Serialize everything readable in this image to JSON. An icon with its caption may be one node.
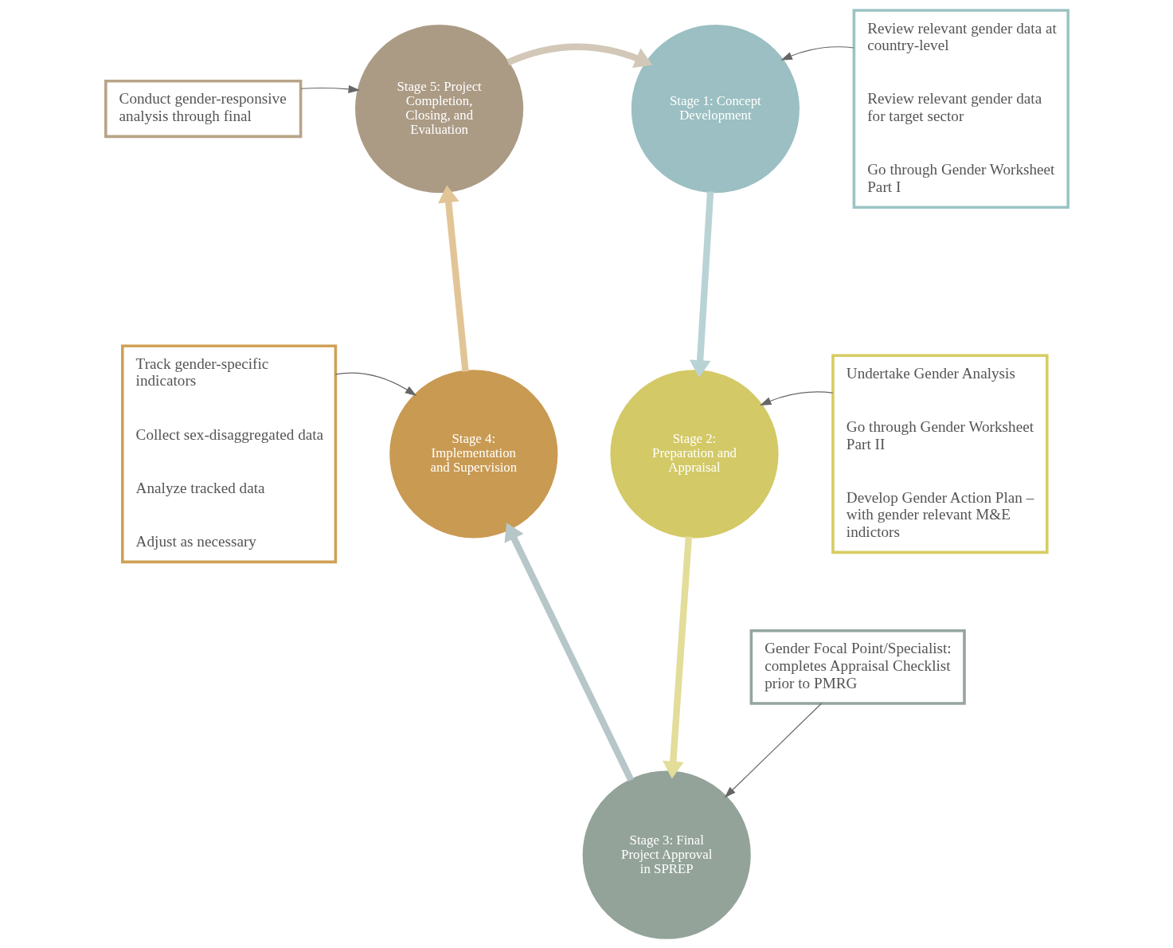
{
  "diagram": {
    "nodes": [
      {
        "text": [
          "Stage 1: Concept Development"
        ]
      },
      {
        "text": [
          "Stage 2: Preparation and Appraisal"
        ]
      },
      {
        "text": [
          "Stage 3: Final Project Approval in SPREP"
        ]
      },
      {
        "text": [
          "Stage 4: Implementation and Supervision"
        ]
      },
      {
        "text": [
          "Stage 5: Project Completion, Closing, and Evaluation"
        ]
      },
      {
        "text": [
          "Review relevant gender data at country-level",
          "Review relevant gender data for target sector",
          "Go through Gender Worksheet Part I"
        ]
      },
      {
        "text": [
          "Undertake Gender Analysis",
          "Go through Gender Worksheet Part II",
          "Develop Gender Action Plan – with gender relevant M&E indictors"
        ]
      },
      {
        "text": [
          "Gender Focal Point/Specialist: completes Appraisal Checklist prior to PMRG"
        ]
      },
      {
        "text": [
          "Track gender-specific indicators",
          "Collect sex-disaggregated data",
          "Analyze tracked data",
          "Adjust as necessary"
        ]
      },
      {
        "text": [
          "Conduct gender-responsive analysis through final"
        ]
      }
    ],
    "edges": [
      {
        "from": 0,
        "to": 1,
        "arrow": "to",
        "color": "#b9d3d5",
        "style": "thick"
      },
      {
        "from": 1,
        "to": 2,
        "arrow": "to",
        "color": "#e3dd9a",
        "style": "thick"
      },
      {
        "from": 2,
        "to": 3,
        "arrow": "to",
        "color": "#b7c6c8",
        "style": "thick"
      },
      {
        "from": 3,
        "to": 4,
        "arrow": "to",
        "color": "#e2c597",
        "style": "thick"
      },
      {
        "from": 4,
        "to": 0,
        "arrow": "to",
        "color": "#d3c8b8",
        "style": "thick"
      },
      {
        "from": 5,
        "to": 0,
        "arrow": "to"
      },
      {
        "from": 6,
        "to": 1,
        "arrow": "to"
      },
      {
        "from": 7,
        "to": 2,
        "arrow": "to"
      },
      {
        "from": 8,
        "to": 3,
        "arrow": "to"
      },
      {
        "from": 9,
        "to": 4,
        "arrow": "to"
      }
    ]
  }
}
